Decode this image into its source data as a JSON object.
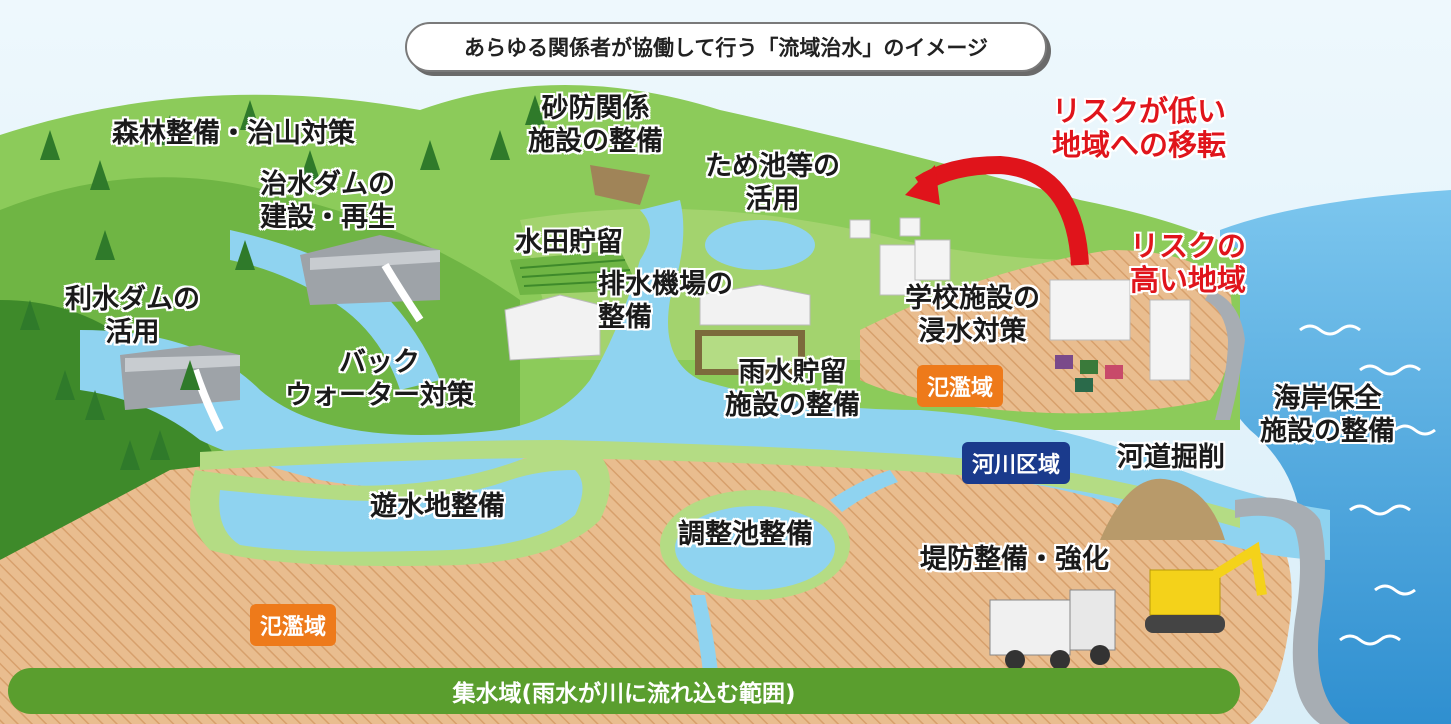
{
  "title": "あらゆる関係者が協働して行う「流域治水」のイメージ",
  "bottom_bar": "集水域(雨水が川に流れ込む範囲)",
  "labels": {
    "forest": "森林整備・治山対策",
    "flood_dam_1": "治水ダムの",
    "flood_dam_2": "建設・再生",
    "sabo_1": "砂防関係",
    "sabo_2": "施設の整備",
    "pond_1": "ため池等の",
    "pond_2": "活用",
    "paddy": "水田貯留",
    "pump_1": "排水機場の",
    "pump_2": "整備",
    "water_dam_1": "利水ダムの",
    "water_dam_2": "活用",
    "backwater_1": "バック",
    "backwater_2": "ウォーター対策",
    "rain_storage_1": "雨水貯留",
    "rain_storage_2": "施設の整備",
    "school_1": "学校施設の",
    "school_2": "浸水対策",
    "retarding": "遊水地整備",
    "detention": "調整池整備",
    "dredging": "河道掘削",
    "levee": "堤防整備・強化",
    "coast_1": "海岸保全",
    "coast_2": "施設の整備"
  },
  "red_labels": {
    "low_risk_1": "リスクが低い",
    "low_risk_2": "地域への移転",
    "high_risk_1": "リスクの",
    "high_risk_2": "高い地域"
  },
  "badges": {
    "floodplain_right": "氾濫域",
    "floodplain_left": "氾濫域",
    "river_area": "河川区域"
  },
  "colors": {
    "sky": "#e6f4fb",
    "hill_green": "#7cc04a",
    "hill_dark": "#3e8a2a",
    "river": "#8fd3f0",
    "sea": "#3ca0dc",
    "floodplain": "#e7b98a",
    "red_text": "#e0141b",
    "bottom_bar": "#5a9e2e",
    "badge_orange": "#ee7a1a",
    "badge_navy": "#1a3a8c"
  }
}
